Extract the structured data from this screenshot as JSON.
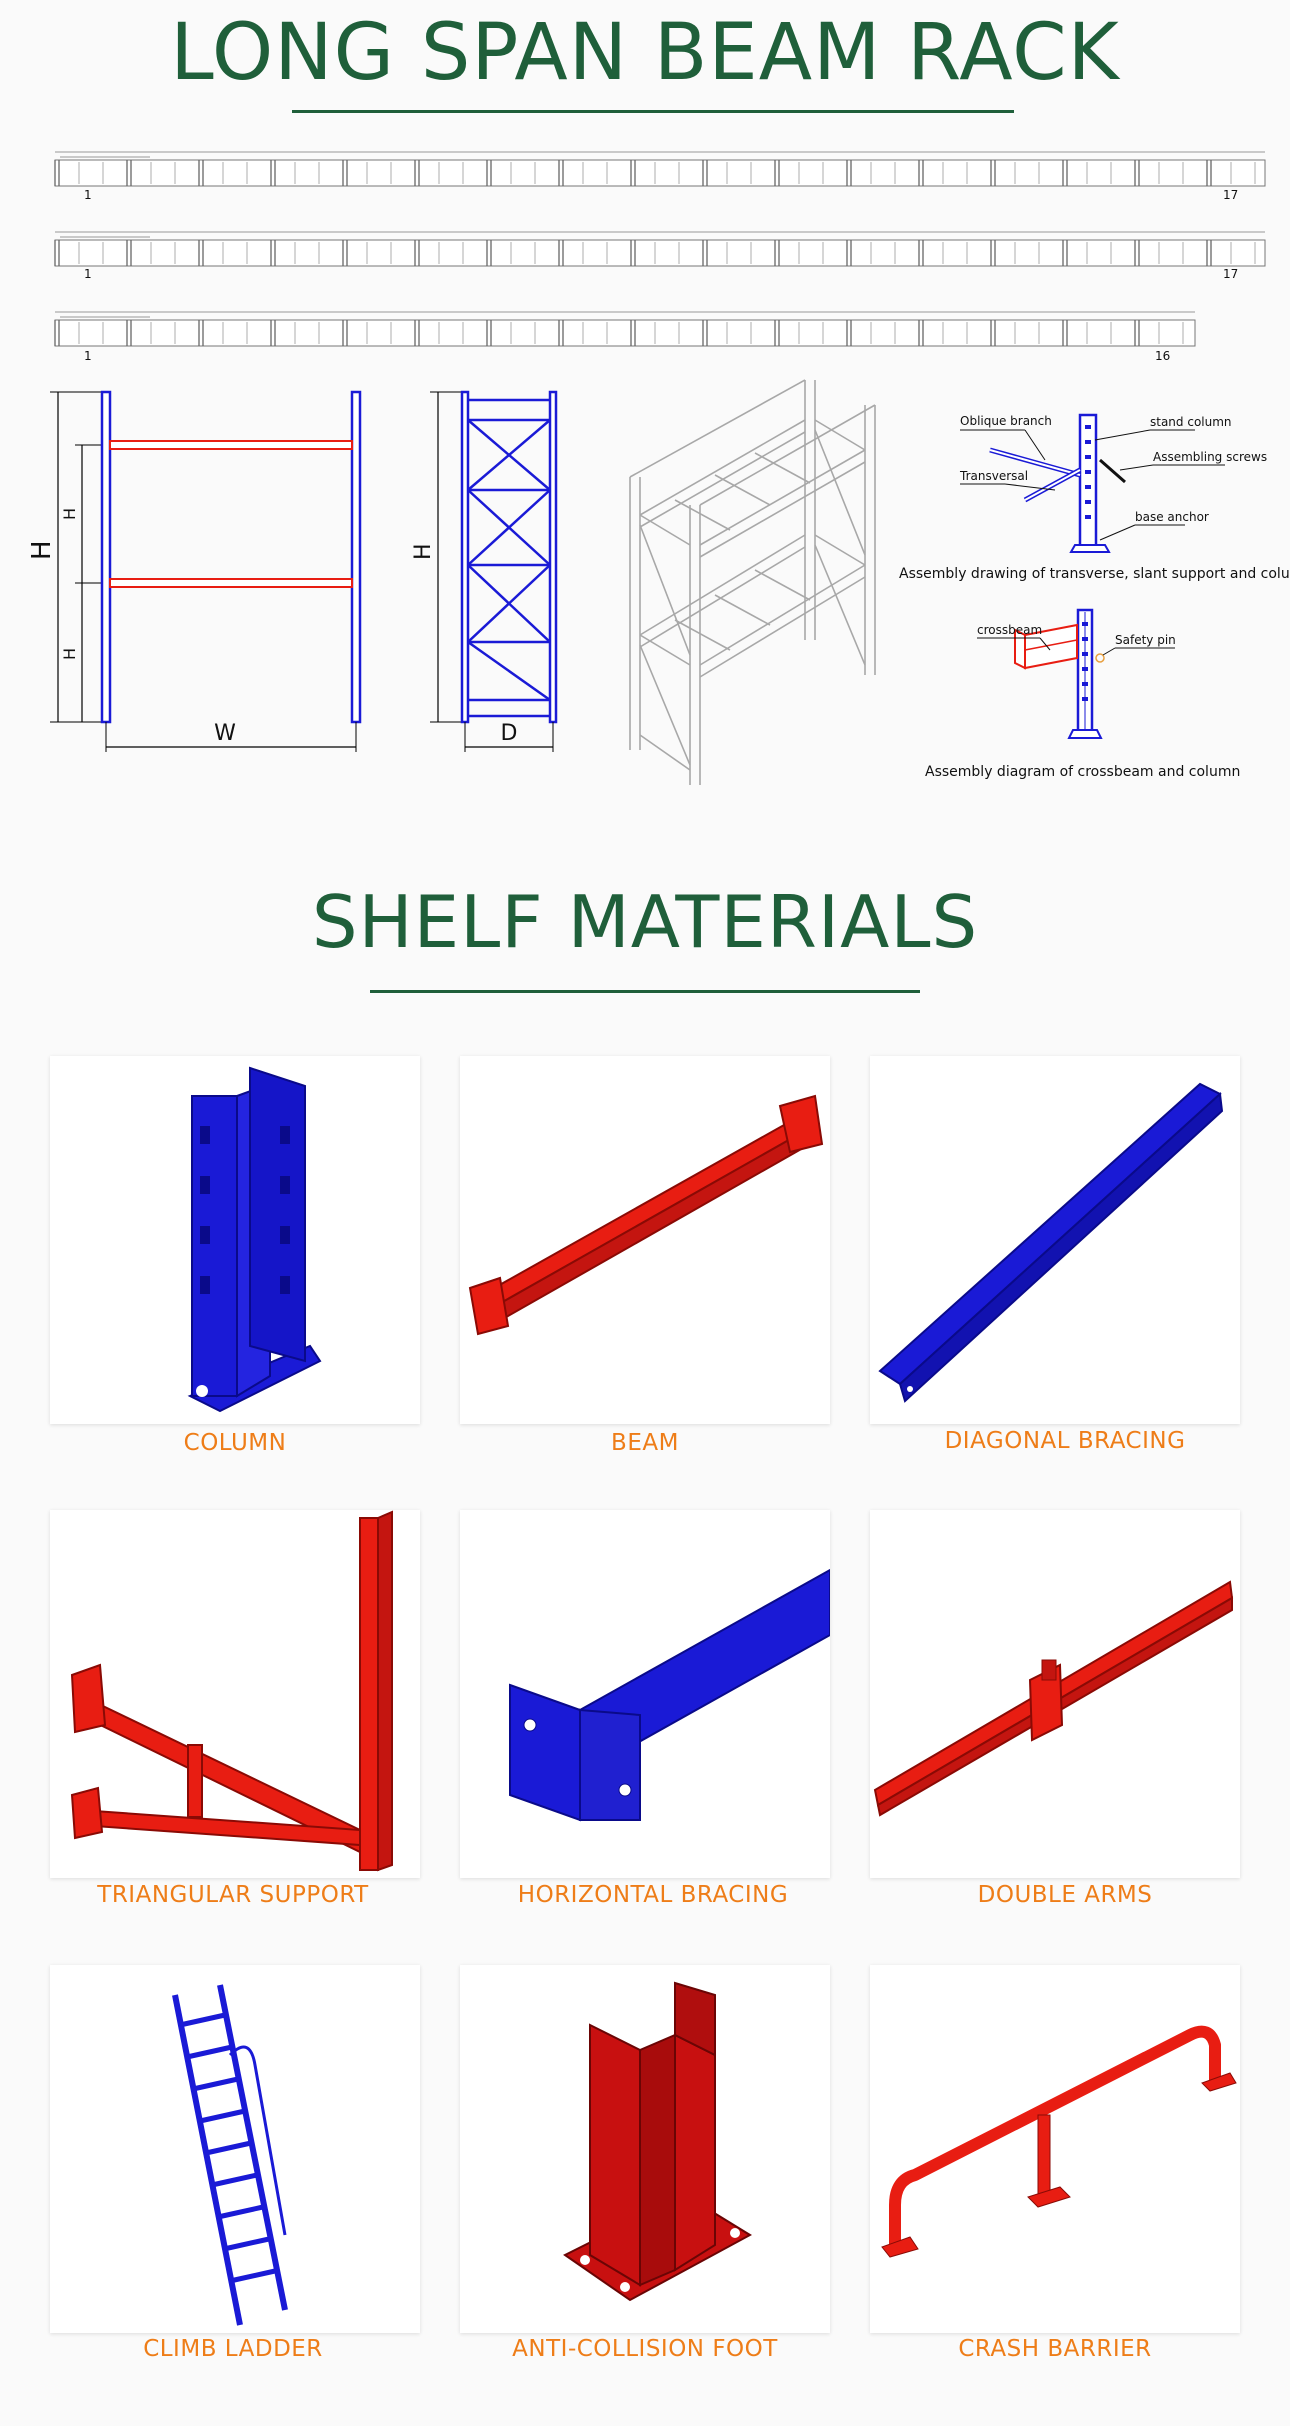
{
  "header": {
    "title": "LONG SPAN BEAM RACK"
  },
  "layout_strips": [
    {
      "start": "1",
      "end": "17"
    },
    {
      "start": "1",
      "end": "17"
    },
    {
      "start": "1",
      "end": "16"
    }
  ],
  "drawings": {
    "front": {
      "h_total": "H",
      "h_level_top": "H",
      "h_level_bottom": "H",
      "width": "W"
    },
    "side": {
      "h": "H",
      "depth": "D"
    }
  },
  "assembly1": {
    "labels": {
      "oblique": "Oblique branch",
      "stand": "stand column",
      "screws": "Assembling screws",
      "transversal": "Transversal",
      "base": "base anchor"
    },
    "caption": "Assembly drawing of transverse, slant support and column"
  },
  "assembly2": {
    "labels": {
      "crossbeam": "crossbeam",
      "safety": "Safety pin"
    },
    "caption": "Assembly diagram of crossbeam and column"
  },
  "materials": {
    "title": "SHELF MATERIALS",
    "items": [
      {
        "label": "COLUMN",
        "icon": "column-icon",
        "color": "#1a1ad6"
      },
      {
        "label": "BEAM",
        "icon": "beam-icon",
        "color": "#e81d12"
      },
      {
        "label": "DIAGONAL BRACING",
        "icon": "diagonal-bracing-icon",
        "color": "#1a1ad6"
      },
      {
        "label": "TRIANGULAR SUPPORT",
        "icon": "triangular-support-icon",
        "color": "#e81d12"
      },
      {
        "label": "HORIZONTAL BRACING",
        "icon": "horizontal-bracing-icon",
        "color": "#1a1ad6"
      },
      {
        "label": "DOUBLE ARMS",
        "icon": "double-arms-icon",
        "color": "#e81d12"
      },
      {
        "label": "CLIMB LADDER",
        "icon": "climb-ladder-icon",
        "color": "#1a1ad6"
      },
      {
        "label": "ANTI-COLLISION FOOT",
        "icon": "anti-collision-foot-icon",
        "color": "#c81010"
      },
      {
        "label": "CRASH BARRIER",
        "icon": "crash-barrier-icon",
        "color": "#e81d12"
      }
    ]
  },
  "colors": {
    "heading": "#1f5f3a",
    "caption": "#ee7d18",
    "blue": "#1a1ad6",
    "red": "#e81d12"
  }
}
